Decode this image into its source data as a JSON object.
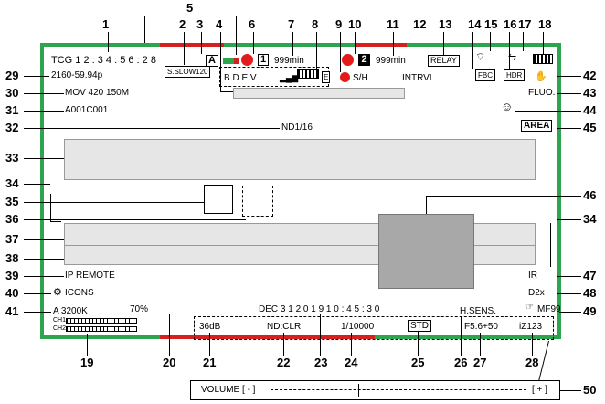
{
  "status": {
    "timecode": "TCG 1 2 : 3 4 : 5 6 : 2 8",
    "resolution": "2160-59.94p",
    "codec": "MOV 420 150M",
    "clip_name": "A001C001",
    "nd_filter": "ND1/16",
    "slow_label": "S.SLOW120",
    "a_label": "A",
    "slot1": "1",
    "slot2": "2",
    "slot1_time": "999min",
    "slot2_time": "999min",
    "shh": "S/H",
    "intrvl": "INTRVL",
    "relay": "RELAY",
    "fbc": "FBC",
    "hdr": "HDR",
    "fluo": "FLUO.",
    "area": "AREA",
    "battery_labels": "B    D  E  V",
    "e_badge": "E",
    "ip_remote": "IP REMOTE",
    "icons": "ICONS",
    "white_balance": "A 3200K",
    "level_pct": "70%",
    "ch1": "CH1",
    "ch2": "CH2",
    "ir": "IR",
    "d2x": "D2x",
    "mf": "MF99",
    "date": "DEC  3 1  2 0 1 9  1 0 : 4 5 : 3 0",
    "gain": "36dB",
    "nd_clr": "ND:CLR",
    "shutter": "1/10000",
    "std": "STD",
    "hsens": "H.SENS.",
    "iris": "F5.6+50",
    "zoom": "iZ123",
    "volume": "VOLUME [ - ]",
    "volume_plus": "[ + ]"
  },
  "callouts": {
    "n1": "1",
    "n2": "2",
    "n3": "3",
    "n4": "4",
    "n5": "5",
    "n6": "6",
    "n7": "7",
    "n8": "8",
    "n9": "9",
    "n10": "10",
    "n11": "11",
    "n12": "12",
    "n13": "13",
    "n14": "14",
    "n15": "15",
    "n16": "16",
    "n17": "17",
    "n18": "18",
    "n19": "19",
    "n20": "20",
    "n21": "21",
    "n22": "22",
    "n23": "23",
    "n24": "24",
    "n25": "25",
    "n26": "26",
    "n27": "27",
    "n28": "28",
    "n29": "29",
    "n30": "30",
    "n31": "31",
    "n32": "32",
    "n33": "33",
    "n34": "34",
    "n34b": "34",
    "n35": "35",
    "n36": "36",
    "n37": "37",
    "n38": "38",
    "n39": "39",
    "n40": "40",
    "n41": "41",
    "n42": "42",
    "n43": "43",
    "n44": "44",
    "n45": "45",
    "n46": "46",
    "n47": "47",
    "n48": "48",
    "n49": "49",
    "n50": "50"
  },
  "colors": {
    "frame_green": "#2da44e",
    "frame_red": "#d61f1f",
    "rec_red": "#e31b1b"
  }
}
